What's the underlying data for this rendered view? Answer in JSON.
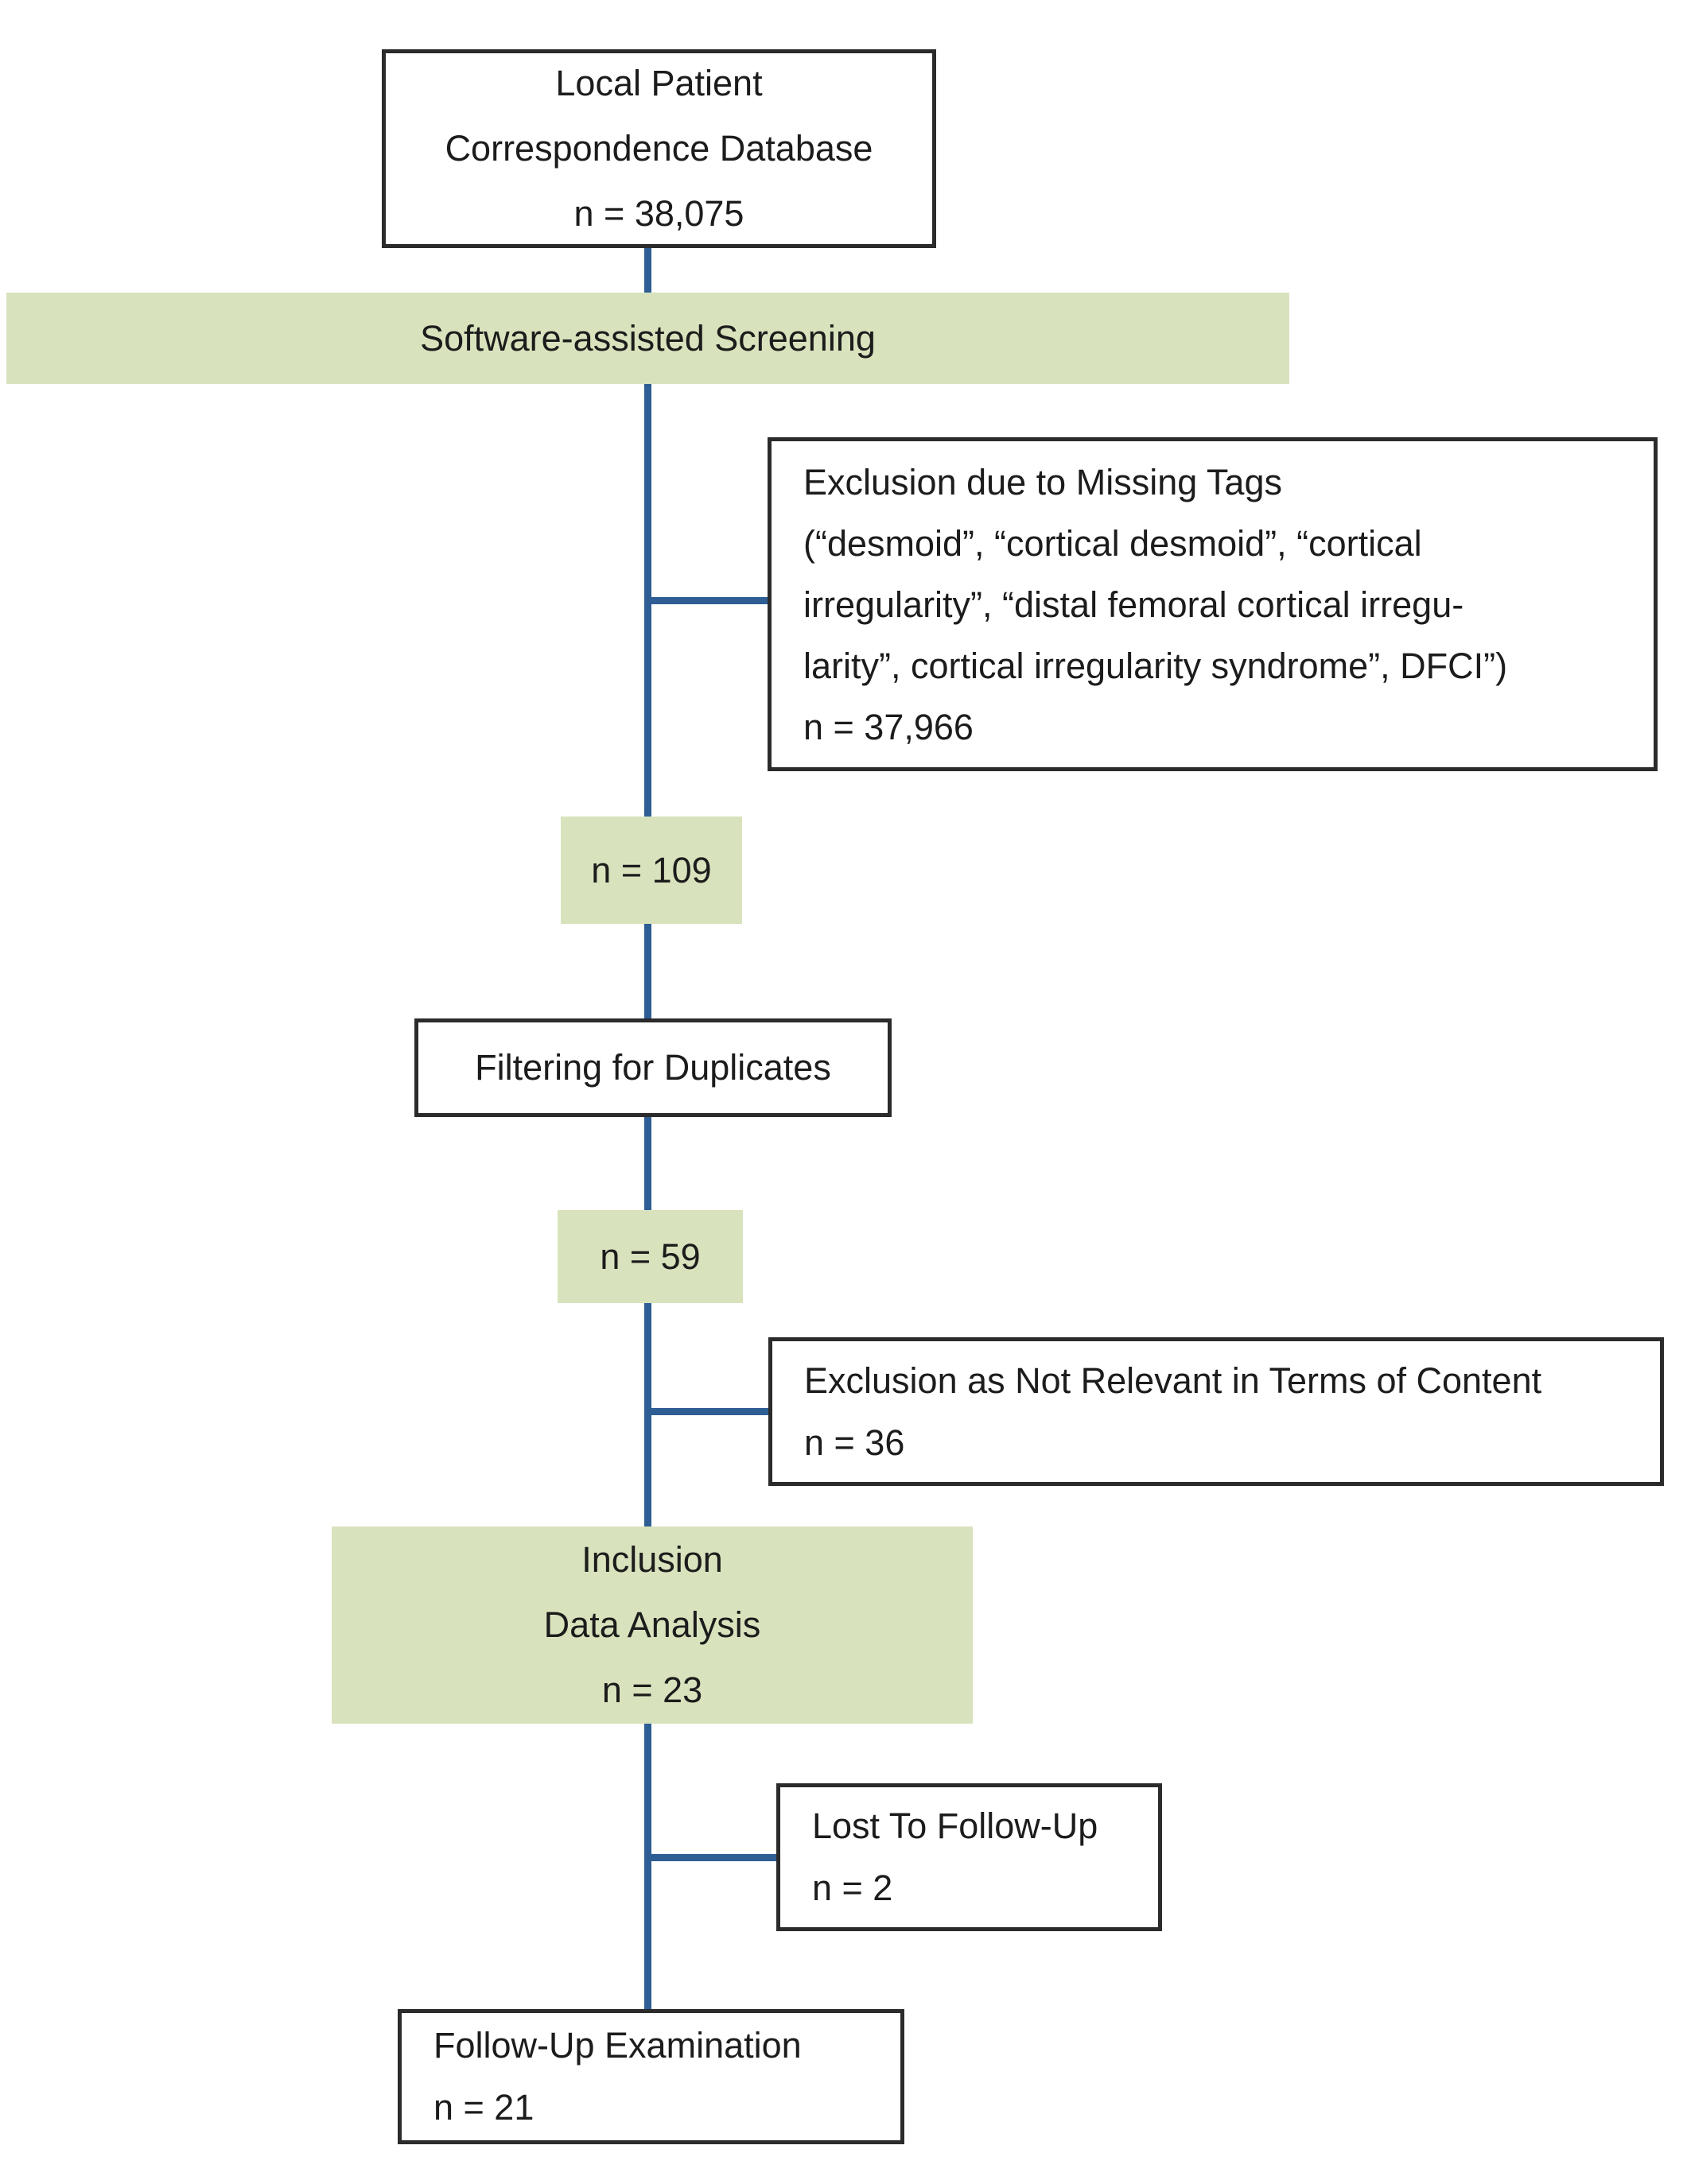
{
  "diagram": {
    "type": "flowchart",
    "colors": {
      "stage_fill": "#d8e3bd",
      "connector": "#2e5e94",
      "box_border": "#2b2b2b",
      "text": "#1c1c1c",
      "background": "#ffffff"
    },
    "nodes": {
      "database": {
        "lines": [
          "Local Patient",
          "Correspondence Database",
          "n = 38,075"
        ]
      },
      "screening_banner": {
        "label": "Software-assisted Screening"
      },
      "exclusion_missing_tags": {
        "lines": [
          "Exclusion due to Missing Tags",
          "(“desmoid”, “cortical desmoid”, “cortical",
          "irregularity”, “distal femoral cortical irregu-",
          "larity”, cortical irregularity syndrome”, DFCI”)",
          "n = 37,966"
        ]
      },
      "n_109": {
        "label": "n = 109"
      },
      "filtering_duplicates": {
        "label": "Filtering for Duplicates"
      },
      "n_59": {
        "label": "n = 59"
      },
      "exclusion_not_relevant": {
        "lines": [
          "Exclusion as Not Relevant in Terms of Content",
          "n = 36"
        ]
      },
      "inclusion": {
        "lines": [
          "Inclusion",
          "Data Analysis",
          "n = 23"
        ]
      },
      "lost_to_follow_up": {
        "lines": [
          "Lost To Follow-Up",
          "n = 2"
        ]
      },
      "follow_up_examination": {
        "lines": [
          "Follow-Up Examination",
          "n = 21"
        ]
      }
    },
    "edges": [
      {
        "from": "database",
        "to": "screening_banner"
      },
      {
        "from": "screening_banner",
        "to": "n_109"
      },
      {
        "from": "main_line",
        "to": "exclusion_missing_tags"
      },
      {
        "from": "n_109",
        "to": "filtering_duplicates"
      },
      {
        "from": "filtering_duplicates",
        "to": "n_59"
      },
      {
        "from": "n_59",
        "to": "inclusion"
      },
      {
        "from": "main_line",
        "to": "exclusion_not_relevant"
      },
      {
        "from": "inclusion",
        "to": "follow_up_examination"
      },
      {
        "from": "main_line",
        "to": "lost_to_follow_up"
      }
    ]
  }
}
